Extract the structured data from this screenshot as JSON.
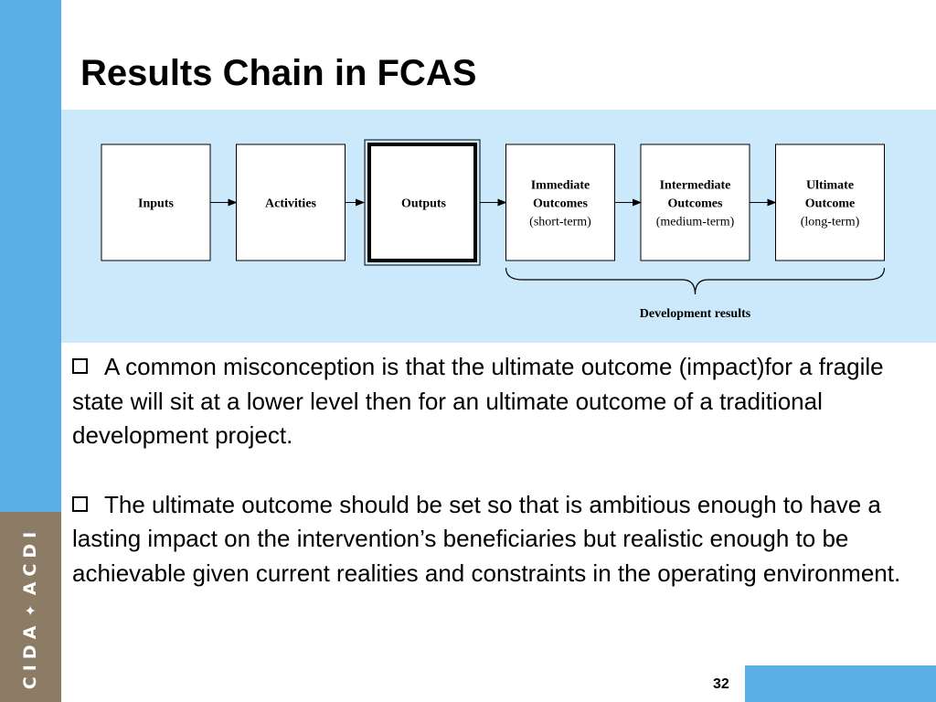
{
  "slide": {
    "title": "Results Chain in FCAS",
    "page_number": "32"
  },
  "logo": {
    "left_text": "CIDA",
    "right_text": "ACDI",
    "emblem_icon": "maple-leaf-icon"
  },
  "diagram": {
    "boxes": [
      {
        "lines": [
          {
            "text": "Inputs",
            "bold": true
          }
        ]
      },
      {
        "lines": [
          {
            "text": "Activities",
            "bold": true
          }
        ]
      },
      {
        "lines": [
          {
            "text": "Outputs",
            "bold": true
          }
        ],
        "highlighted": true
      },
      {
        "lines": [
          {
            "text": "Immediate",
            "bold": true
          },
          {
            "text": "Outcomes",
            "bold": true
          },
          {
            "text": "(short-term)",
            "bold": false
          }
        ]
      },
      {
        "lines": [
          {
            "text": "Intermediate",
            "bold": true
          },
          {
            "text": "Outcomes",
            "bold": true
          },
          {
            "text": "(medium-term)",
            "bold": false
          }
        ]
      },
      {
        "lines": [
          {
            "text": "Ultimate",
            "bold": true
          },
          {
            "text": "Outcome",
            "bold": true
          },
          {
            "text": "(long-term)",
            "bold": false
          }
        ]
      }
    ],
    "brace_label": "Development results"
  },
  "bullets": [
    "A common misconception is that the ultimate outcome (impact)for a fragile state will sit at a lower level then for an ultimate outcome of a traditional development project.",
    "The  ultimate outcome should  be set so that is ambitious enough to have a lasting impact on the intervention’s beneficiaries but realistic enough to be achievable given current realities and constraints in the operating  environment."
  ],
  "colors": {
    "accent_blue": "#5aaee6",
    "diagram_background": "#cce8fb",
    "logo_panel": "#8c7b65"
  }
}
